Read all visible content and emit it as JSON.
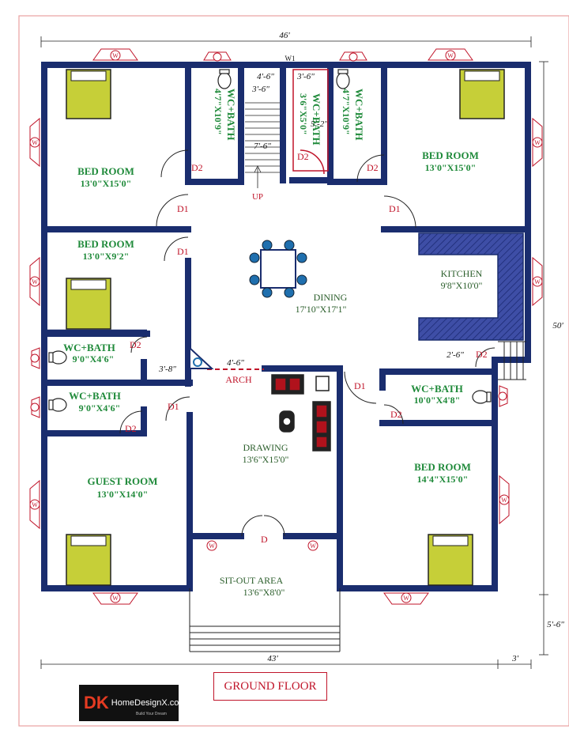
{
  "colors": {
    "wall": "#1a2d6e",
    "room_label": "#1f8a3a",
    "door_label": "#c0152a",
    "bed_fill": "#c6cf38",
    "kitchen_hatch": "#2f3c8f",
    "border": "#e8a0a0"
  },
  "overall": {
    "width_top": "46'",
    "width_bottom": "43'",
    "height_right": "50'",
    "offset_right": "5'-6\"",
    "offset_bottom": "3'"
  },
  "rooms": {
    "bed1": {
      "name": "BED ROOM",
      "size": "13'0\"X15'0\""
    },
    "bed2": {
      "name": "BED ROOM",
      "size": "13'0\"X15'0\""
    },
    "bed3": {
      "name": "BED ROOM",
      "size": "13'0\"X9'2\""
    },
    "guest": {
      "name": "GUEST ROOM",
      "size": "13'0\"X14'0\""
    },
    "bed4": {
      "name": "BED ROOM",
      "size": "14'4\"X15'0\""
    },
    "kitchen": {
      "name": "KITCHEN",
      "size": "9'8\"X10'0\""
    },
    "dining": {
      "name": "DINING",
      "size": "17'10\"X17'1\""
    },
    "drawing": {
      "name": "DRAWING",
      "size": "13'6\"X15'0\""
    },
    "sitout": {
      "name": "SIT-OUT AREA",
      "size": "13'6\"X8'0\""
    },
    "wc1": {
      "name": "WC+BATH",
      "size": "4'7\"X10'9\""
    },
    "wc2": {
      "name": "WC+BATH",
      "size": "4'7\"X10'9\""
    },
    "wc3": {
      "name": "WC+BATH",
      "size": "3'6\"X5'0\""
    },
    "wc4": {
      "name": "WC+BATH",
      "size": "9'0\"X4'6\""
    },
    "wc5": {
      "name": "WC+BATH",
      "size": "9'0\"X4'6\""
    },
    "wc6": {
      "name": "WC+BATH",
      "size": "10'0\"X4'8\""
    }
  },
  "doors": {
    "d1": "D1",
    "d2": "D2",
    "d": "D",
    "w": "W",
    "w1": "W1"
  },
  "measures": {
    "stair_a": "4'-6\"",
    "stair_b": "3'-6\"",
    "stair_c": "7'-6\"",
    "stair_d": "3'-6\"",
    "stair_e": "5'-2\"",
    "arch_w": "4'-6\"",
    "pass": "3'-8\"",
    "kitchen_gap": "2'-6\""
  },
  "labels": {
    "up": "UP",
    "arch": "ARCH"
  },
  "title": "GROUND FLOOR",
  "logo": {
    "mark": "DK",
    "brand": "HomeDesignX.com",
    "tag": "Build Your Dream"
  }
}
